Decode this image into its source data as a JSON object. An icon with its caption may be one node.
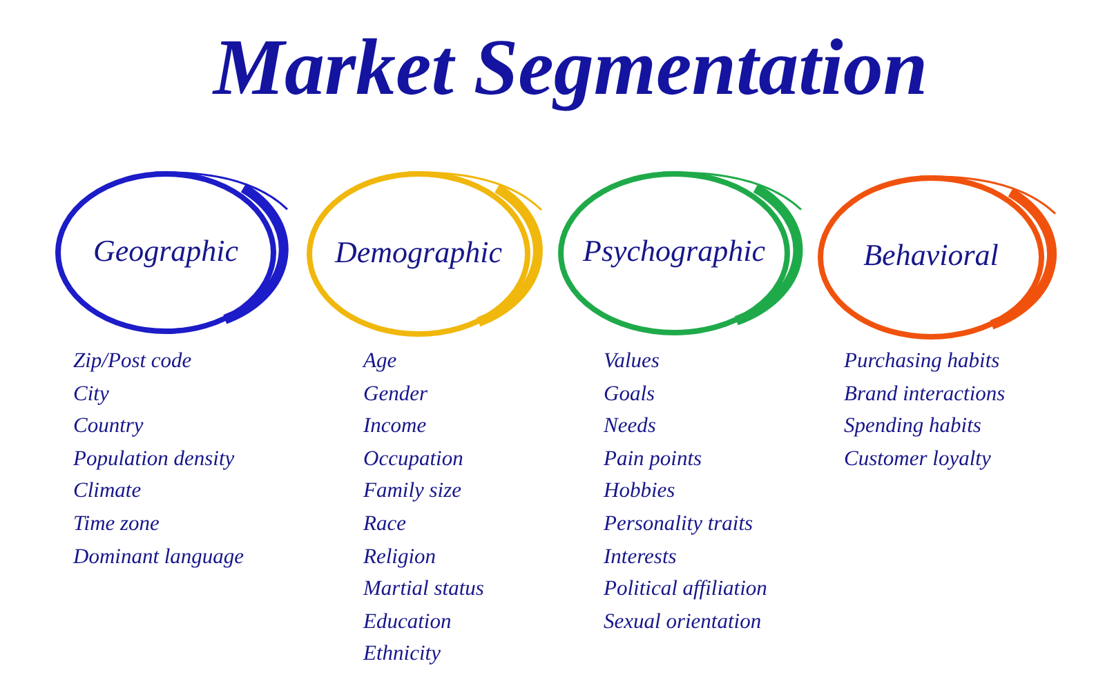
{
  "diagram": {
    "title": "Market Segmentation",
    "nodes": [
      {
        "text": [
          "Geographic"
        ],
        "beside": [
          "Zip/Post code",
          "City",
          "Country",
          "Population density",
          "Climate",
          "Time zone",
          "Dominant language"
        ]
      },
      {
        "text": [
          "Demographic"
        ],
        "beside": [
          "Age",
          "Gender",
          "Income",
          "Occupation",
          "Family size",
          "Race",
          "Religion",
          "Martial status",
          "Education",
          "Ethnicity"
        ]
      },
      {
        "text": [
          "Psychographic"
        ],
        "beside": [
          "Values",
          "Goals",
          "Needs",
          "Pain points",
          "Hobbies",
          "Personality traits",
          "Interests",
          "Political affiliation",
          "Sexual orientation"
        ]
      },
      {
        "text": [
          "Behavioral"
        ],
        "beside": [
          "Purchasing habits",
          "Brand interactions",
          "Spending habits",
          "Customer loyalty"
        ]
      }
    ]
  }
}
